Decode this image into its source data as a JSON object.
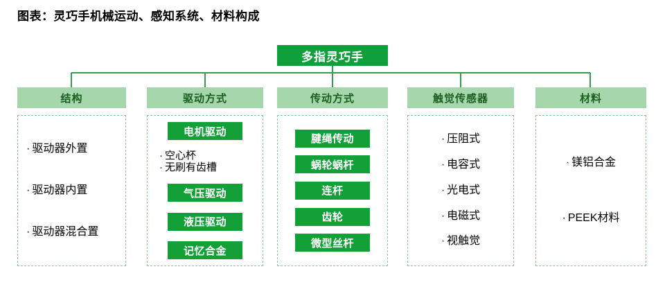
{
  "title": "图表：灵巧手机械运动、感知系统、材料构成",
  "root": {
    "label": "多指灵巧手"
  },
  "colors": {
    "chip_green": "#13A038",
    "root_green": "#0FA03C",
    "header_green": "#A5D6AC",
    "header_text": "#1B5E20",
    "dashed_border": "#86C99A",
    "connector": "#2E9E52",
    "body_text": "#000000",
    "background": "#FFFFFF"
  },
  "bullet_glyph": "·",
  "columns": [
    {
      "header": "结构",
      "mode": "bullets",
      "items": [
        {
          "type": "bullet",
          "label": "驱动器外置"
        },
        {
          "type": "bullet",
          "label": "驱动器内置"
        },
        {
          "type": "bullet",
          "label": "驱动器混合置"
        }
      ]
    },
    {
      "header": "驱动方式",
      "mode": "mixed",
      "items": [
        {
          "type": "chip",
          "label": "电机驱动"
        },
        {
          "type": "subgroup",
          "sub_items": [
            "空心杯",
            "无刷有齿槽"
          ]
        },
        {
          "type": "chip",
          "label": "气压驱动"
        },
        {
          "type": "chip",
          "label": "液压驱动"
        },
        {
          "type": "chip",
          "label": "记忆合金"
        }
      ]
    },
    {
      "header": "传动方式",
      "mode": "chips",
      "items": [
        {
          "type": "chip",
          "label": "腱绳传动"
        },
        {
          "type": "chip",
          "label": "蜗轮蜗杆"
        },
        {
          "type": "chip",
          "label": "连杆"
        },
        {
          "type": "chip",
          "label": "齿轮"
        },
        {
          "type": "chip",
          "label": "微型丝杆"
        }
      ]
    },
    {
      "header": "触觉传感器",
      "mode": "bullets-center",
      "items": [
        {
          "type": "bullet",
          "label": "压阻式"
        },
        {
          "type": "bullet",
          "label": "电容式"
        },
        {
          "type": "bullet",
          "label": "光电式"
        },
        {
          "type": "bullet",
          "label": "电磁式"
        },
        {
          "type": "bullet",
          "label": "视触觉"
        }
      ]
    },
    {
      "header": "材料",
      "mode": "bullets-center",
      "items": [
        {
          "type": "bullet",
          "label": "镁铝合金"
        },
        {
          "type": "bullet",
          "label": "PEEK材料"
        }
      ]
    }
  ],
  "layout": {
    "column_x": [
      25,
      212,
      400,
      588,
      773
    ],
    "column_w": [
      157,
      168,
      160,
      154,
      160
    ]
  }
}
